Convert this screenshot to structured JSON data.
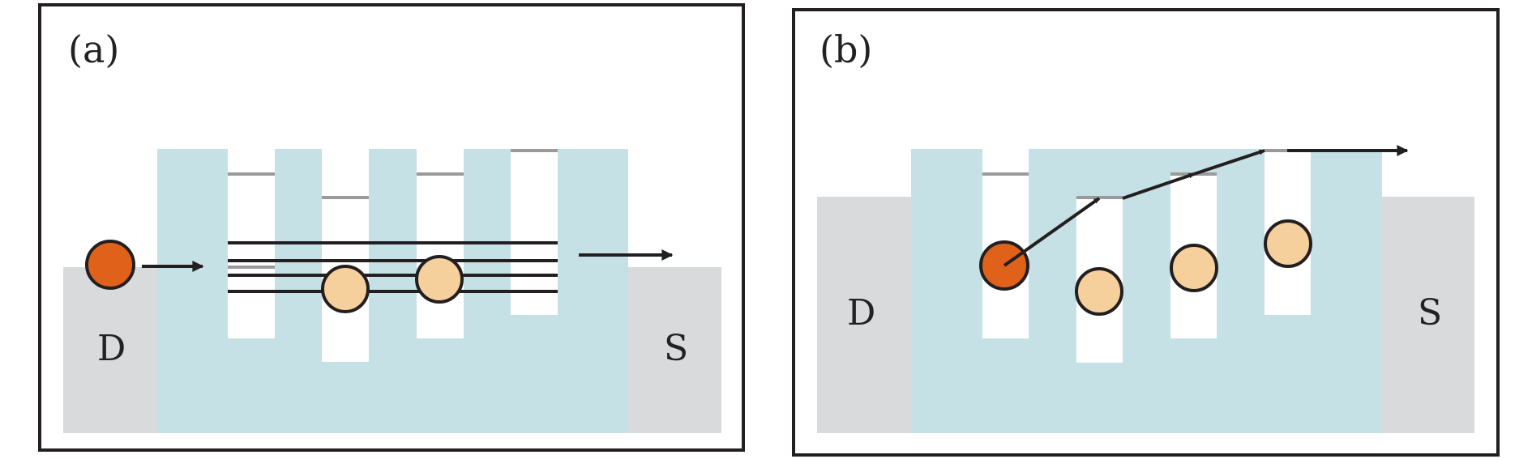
{
  "panels": [
    {
      "id": "a",
      "label": "(a)",
      "left_electrode": "D",
      "right_electrode": "S"
    },
    {
      "id": "b",
      "label": "(b)",
      "left_electrode": "D",
      "right_electrode": "S"
    }
  ],
  "colors": {
    "electrode": "#d9dadb",
    "barrier": "#c6e1e5",
    "well": "#ffffff",
    "level": "#9a9a9a",
    "electron": "#e0621a",
    "localized_state": "#f5d09c",
    "outline": "#231f20",
    "frame": "#231f20"
  }
}
